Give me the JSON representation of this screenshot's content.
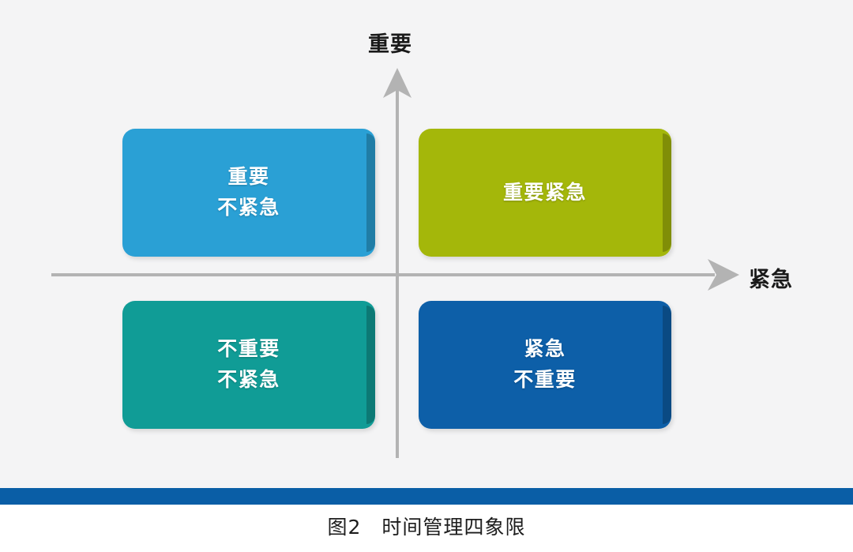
{
  "figure": {
    "background_color": "#f4f4f5",
    "caption": "图2　时间管理四象限",
    "caption_number": "图2",
    "caption_title": "时间管理四象限"
  },
  "axes": {
    "vertical": {
      "label": "重要",
      "icon": "arrow-up-icon",
      "color": "#b3b3b3"
    },
    "horizontal": {
      "label": "紧急",
      "icon": "arrow-right-icon",
      "color": "#b3b3b3"
    }
  },
  "quadrants": [
    {
      "id": "important-not-urgent",
      "lines": [
        "重要",
        "不紧急"
      ],
      "color": "#2aa0d5",
      "position": "top-left"
    },
    {
      "id": "important-urgent",
      "lines": [
        "重要紧急"
      ],
      "color": "#a4b70a",
      "position": "top-right"
    },
    {
      "id": "not-important-not-urgent",
      "lines": [
        "不重要",
        "不紧急"
      ],
      "color": "#109c96",
      "position": "bottom-left"
    },
    {
      "id": "urgent-not-important",
      "lines": [
        "紧急",
        "不重要"
      ],
      "color": "#0d5fa8",
      "position": "bottom-right"
    }
  ],
  "decoration": {
    "bottom_rule_color": "#0a5ea6"
  }
}
